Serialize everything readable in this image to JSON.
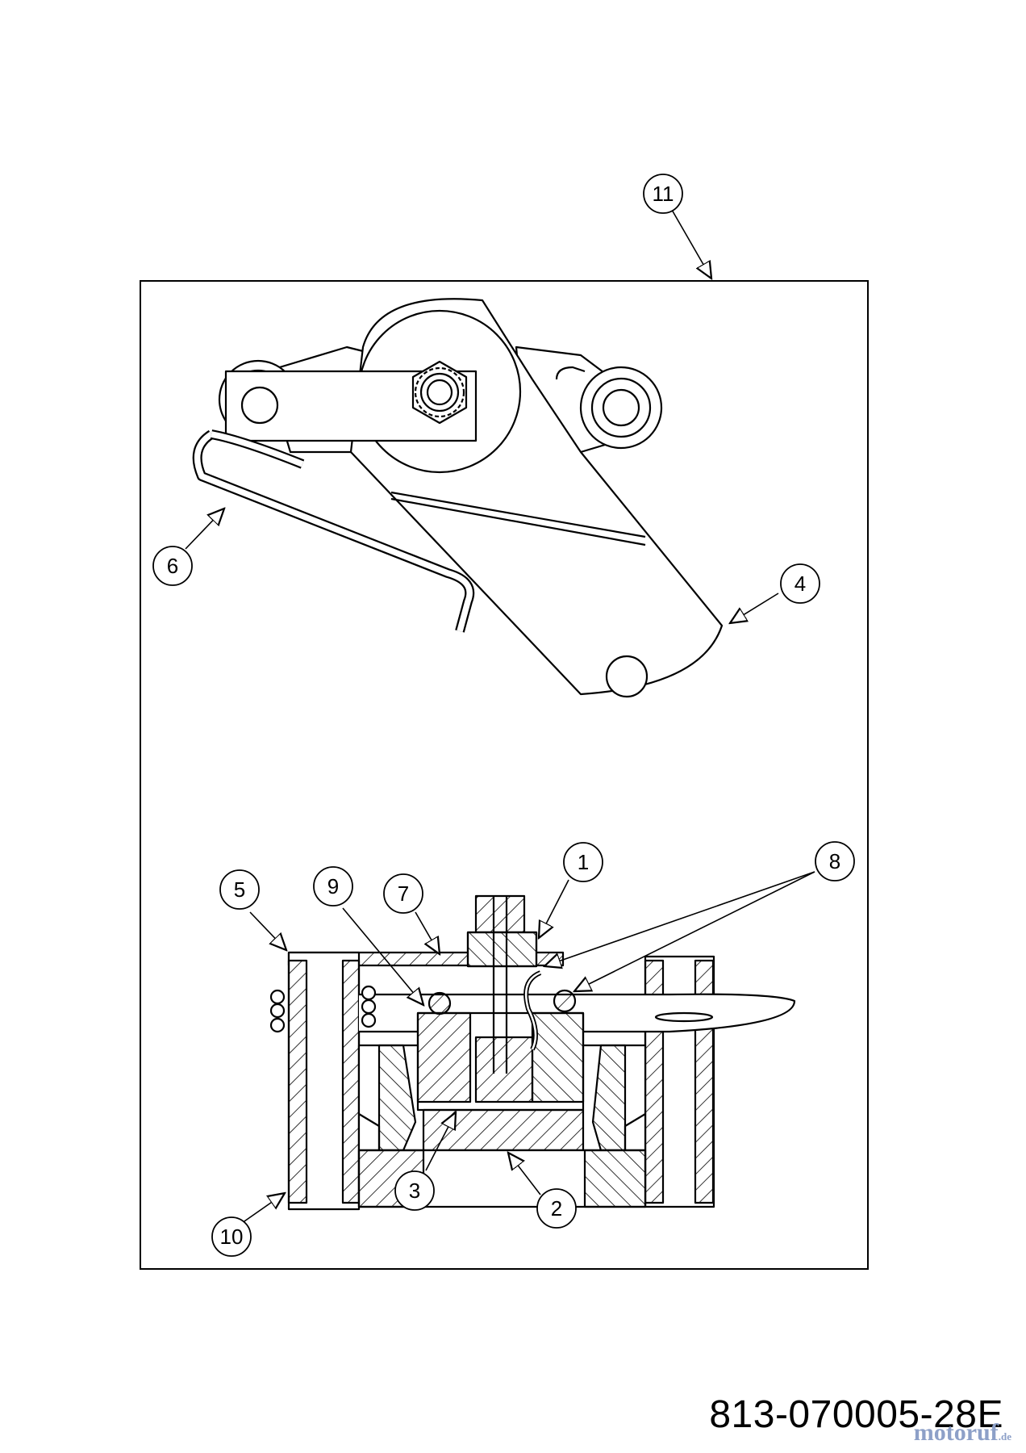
{
  "diagram": {
    "part_number": "813-070005-28E",
    "watermark": {
      "main": "motoruf",
      "suffix": ".de"
    },
    "callouts": [
      "1",
      "2",
      "3",
      "4",
      "5",
      "6",
      "7",
      "8",
      "9",
      "10",
      "11"
    ]
  }
}
